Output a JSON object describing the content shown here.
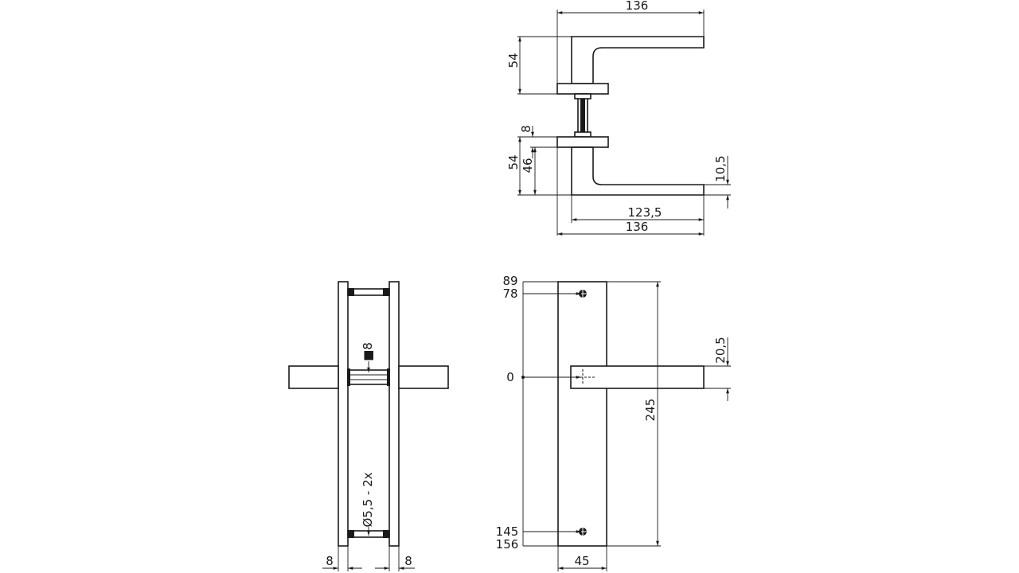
{
  "top_view": {
    "dim_width_top": "136",
    "dim_lever_height_top": "54",
    "dim_rose_thickness": "8",
    "dim_lever_height_bottom": "54",
    "dim_lever_inner_height": "46",
    "dim_grip_thickness": "10,5",
    "dim_grip_length": "123,5",
    "dim_width_bottom": "136"
  },
  "side_view": {
    "dim_spindle": "■8",
    "dim_screw": "Ø5,5 - 2x",
    "dim_plate_left": "8",
    "dim_plate_right": "8"
  },
  "front_view": {
    "dim_top_edge": "89",
    "dim_top_screw": "78",
    "dim_axis": "0",
    "dim_bottom_screw": "145",
    "dim_bottom_edge": "156",
    "dim_plate_width": "45",
    "dim_handle_thickness": "20,5",
    "dim_plate_length": "245"
  }
}
